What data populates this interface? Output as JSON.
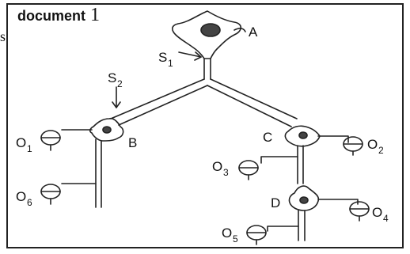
{
  "title": {
    "text": "document",
    "number": "1"
  },
  "stray_text": "s",
  "labels": {
    "A": "A",
    "B": "B",
    "C": "C",
    "D": "D",
    "S1": "S",
    "S1_sub": "1",
    "S2": "S",
    "S2_sub": "2",
    "O1": "O",
    "O1_sub": "1",
    "O2": "O",
    "O2_sub": "2",
    "O3": "O",
    "O3_sub": "3",
    "O4": "O",
    "O4_sub": "4",
    "O5": "O",
    "O5_sub": "5",
    "O6": "O",
    "O6_sub": "6"
  },
  "colors": {
    "ink": "#222222",
    "nucleus": "#444444"
  }
}
